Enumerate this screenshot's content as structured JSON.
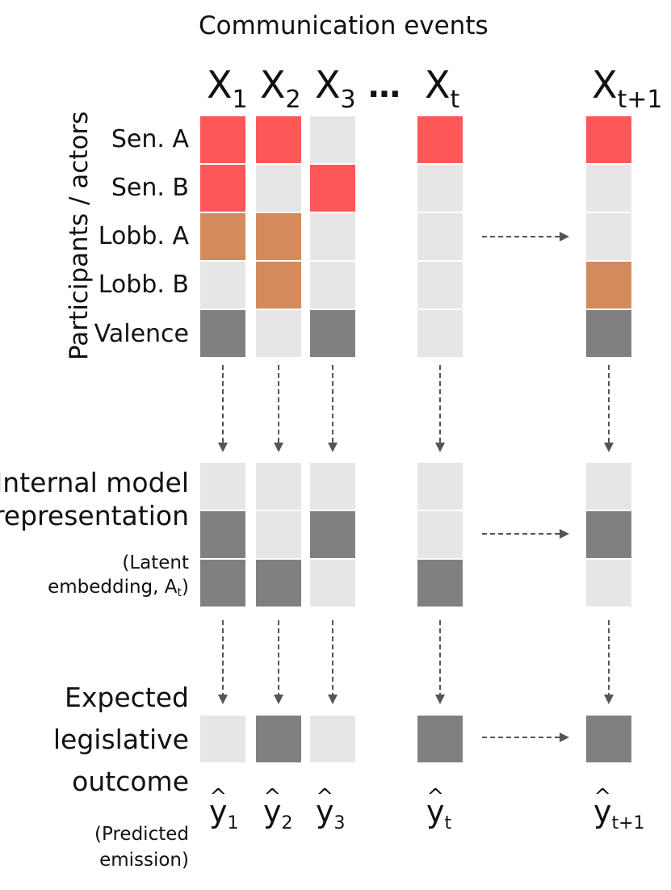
{
  "title": "Communication events",
  "y_axis_label": "Participants / actors",
  "columns": [
    {
      "id": "x1",
      "base": "X",
      "sub": "1"
    },
    {
      "id": "x2",
      "base": "X",
      "sub": "2"
    },
    {
      "id": "x3",
      "base": "X",
      "sub": "3"
    },
    {
      "id": "xt",
      "base": "X",
      "sub": "t"
    },
    {
      "id": "xt1",
      "base": "X",
      "sub": "t+1"
    }
  ],
  "ellipsis": "…",
  "rows": [
    {
      "label": "Sen. A",
      "color": "#fe5757"
    },
    {
      "label": "Sen. B",
      "color": "#fe5757"
    },
    {
      "label": "Lobb. A",
      "color": "#d38b5d"
    },
    {
      "label": "Lobb. B",
      "color": "#d38b5d"
    },
    {
      "label": "Valence",
      "color": "#808080"
    }
  ],
  "colors": {
    "empty": "#e6e6e6",
    "latent": "#808080",
    "arrow": "#555555"
  },
  "events_matrix": [
    [
      true,
      true,
      false,
      true,
      true
    ],
    [
      true,
      false,
      true,
      false,
      false
    ],
    [
      true,
      true,
      false,
      false,
      false
    ],
    [
      false,
      true,
      false,
      false,
      true
    ],
    [
      true,
      false,
      true,
      false,
      true
    ]
  ],
  "internal": {
    "line1": "Internal model",
    "line2": "representation",
    "note1": "(Latent",
    "note2": "embedding, A",
    "note2_sub": "t",
    "note2_end": ")",
    "matrix": [
      [
        false,
        true,
        true
      ],
      [
        false,
        false,
        true
      ],
      [
        false,
        true,
        false
      ],
      [
        false,
        false,
        true
      ],
      [
        false,
        true,
        false
      ]
    ]
  },
  "outcome": {
    "line1": "Expected",
    "line2": "legislative",
    "line3": "outcome",
    "note1": "(Predicted",
    "note2": "emission)",
    "values": [
      false,
      true,
      false,
      true,
      true
    ],
    "labels": [
      {
        "base": "y",
        "hat": "^",
        "sub": "1"
      },
      {
        "base": "y",
        "hat": "^",
        "sub": "2"
      },
      {
        "base": "y",
        "hat": "^",
        "sub": "3"
      },
      {
        "base": "y",
        "hat": "^",
        "sub": "t"
      },
      {
        "base": "y",
        "hat": "^",
        "sub": "t+1"
      }
    ]
  }
}
